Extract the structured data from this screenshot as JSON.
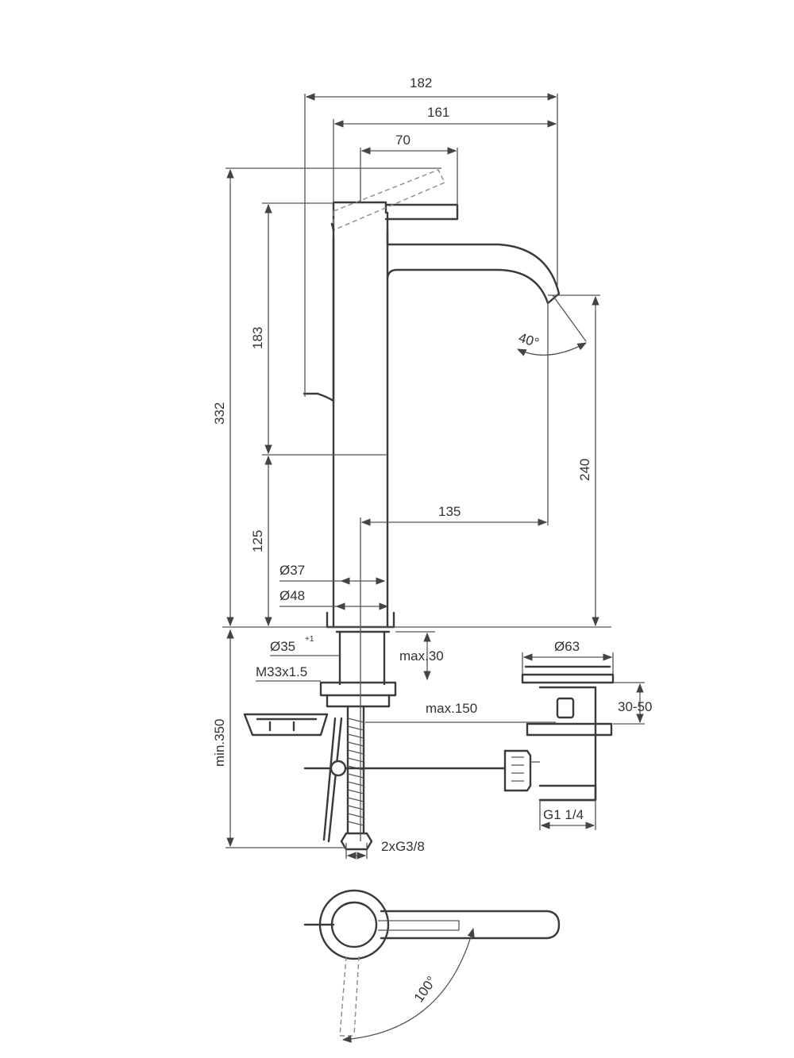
{
  "dimensions": {
    "d182": "182",
    "d161": "161",
    "d70": "70",
    "d183": "183",
    "d332": "332",
    "d125": "125",
    "d240": "240",
    "d135": "135",
    "d37": "Ø37",
    "d48": "Ø48",
    "d35": "Ø35",
    "d35_tol": "+1",
    "m33": "M33x1.5",
    "max30": "max.30",
    "min350": "min.350",
    "max150": "max.150",
    "d63": "Ø63",
    "range30_50": "30-50",
    "g114": "G1 1/4",
    "g38": "2xG3/8",
    "angle40": "40°",
    "angle100": "100°"
  }
}
